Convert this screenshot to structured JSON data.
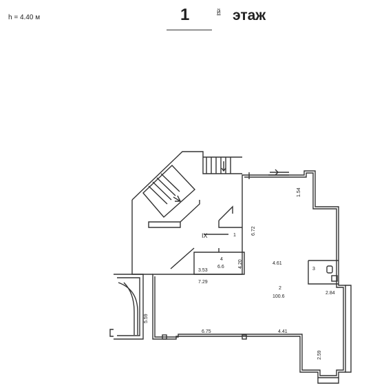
{
  "header": {
    "height_label": "h = 4.40 м",
    "floor_number": "1",
    "floor_suffix": "й",
    "floor_word": "этаж"
  },
  "plan": {
    "room_labels": [
      "IX",
      "1",
      "2",
      "3",
      "4"
    ],
    "room_areas": [
      "100.6",
      "6.6"
    ],
    "dimensions": [
      "1.54",
      "6.72",
      "4.20",
      "4.61",
      "3.53",
      "7.29",
      "2.84",
      "5.59",
      "6.75",
      "4.41",
      "2.59"
    ]
  },
  "colors": {
    "line": "#333333",
    "text": "#222222"
  }
}
